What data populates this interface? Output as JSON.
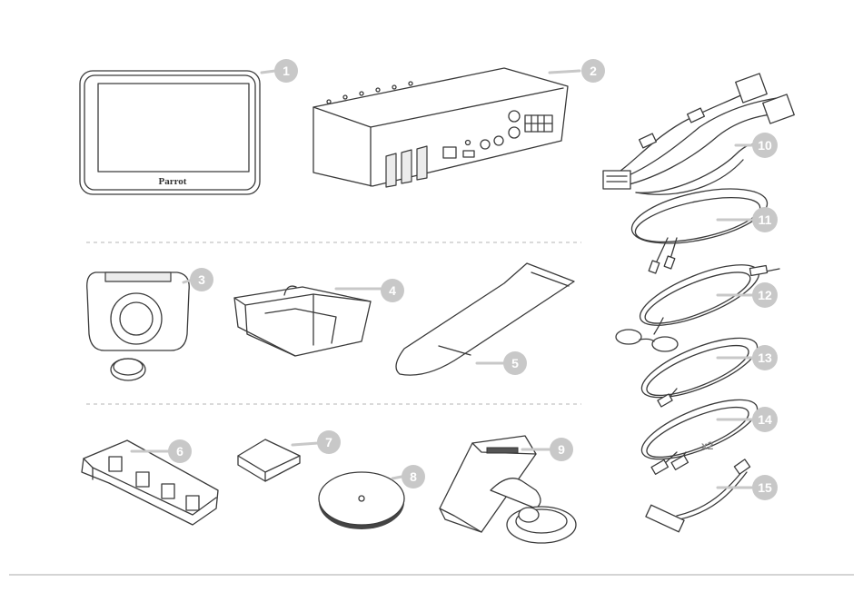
{
  "device": {
    "brand_label": "Parrot"
  },
  "callouts": [
    "1",
    "2",
    "3",
    "4",
    "5",
    "6",
    "7",
    "8",
    "9",
    "10",
    "11",
    "12",
    "13",
    "14",
    "15"
  ],
  "quantity_note": "x2",
  "colors": {
    "line": "#3a3a3a",
    "badge": "#c8c8c8",
    "badge_text": "#ffffff",
    "divider": "#b5b5b5"
  }
}
